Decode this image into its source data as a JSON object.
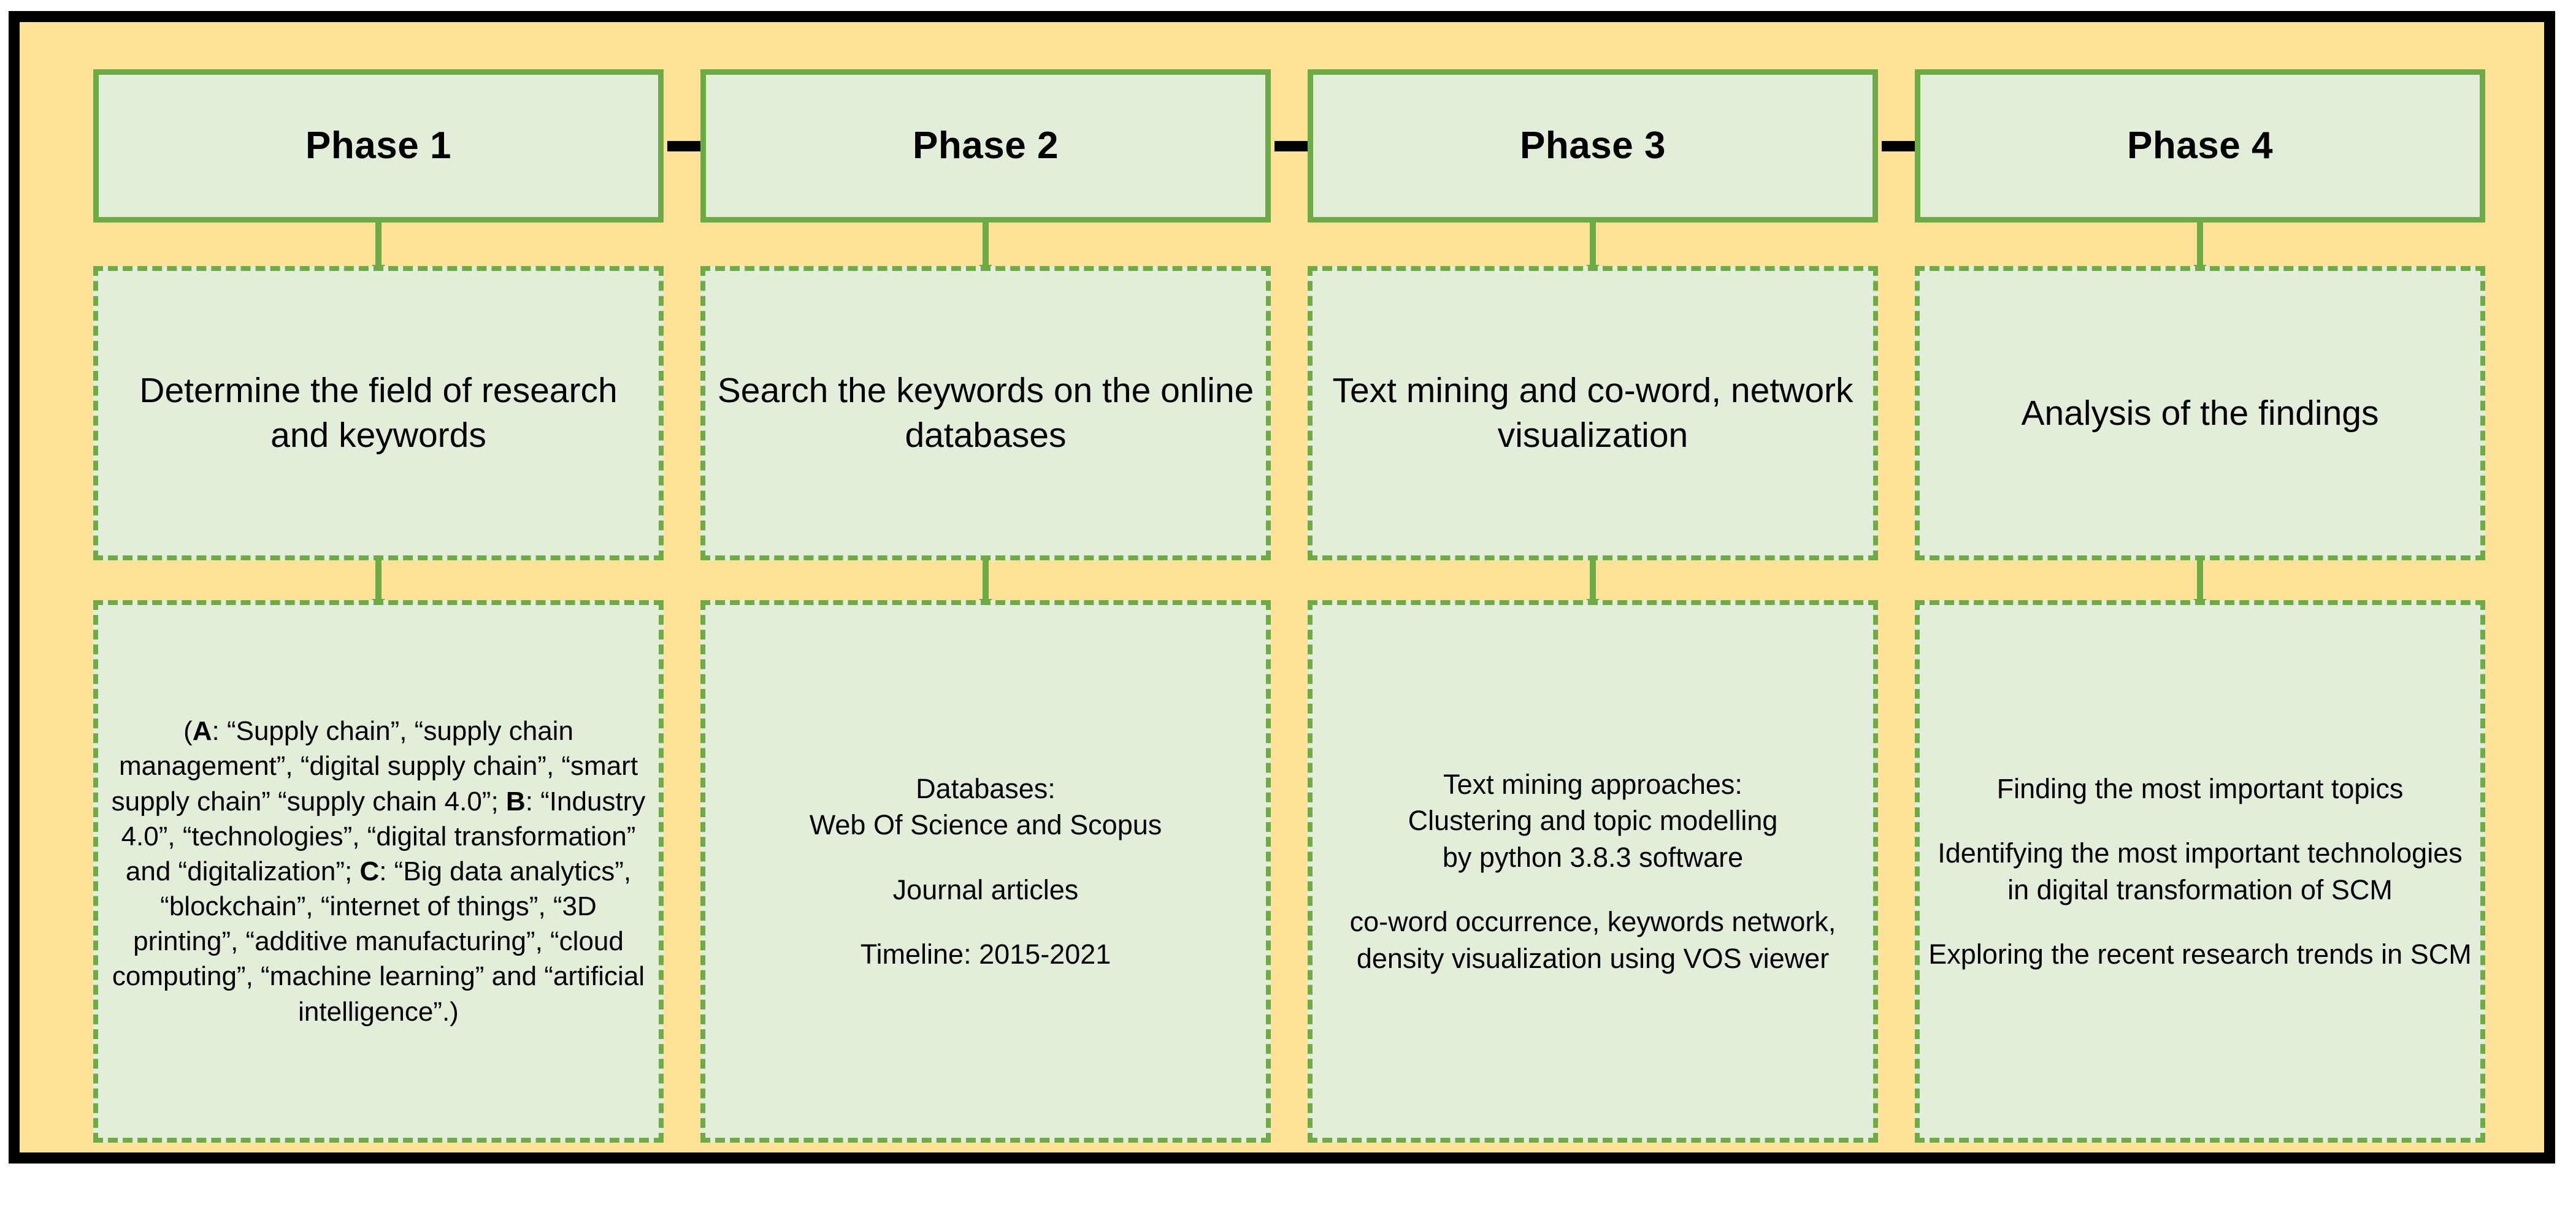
{
  "diagram": {
    "title": "Research methodology four-phase flow diagram",
    "colors": {
      "frame_border": "#000000",
      "background": "#fde297",
      "box_fill": "#e3eeda",
      "box_border": "#6cab46",
      "arrow": "#000000"
    }
  },
  "columns": [
    {
      "phase_label": "Phase 1",
      "activity": "Determine the field of research and keywords",
      "detail_paragraphs": [
        "(A: “Supply chain”, “supply chain management”, “digital supply chain”, “smart supply chain” “supply chain 4.0”; B: “Industry 4.0”, “technologies”, “digital transformation” and “digitalization”; C: “Big data analytics”, “blockchain”, “internet of things”, “3D printing”, “additive manufacturing”, “cloud computing”, “machine learning” and “artificial intelligence”.)"
      ]
    },
    {
      "phase_label": "Phase 2",
      "activity": "Search the keywords on the online databases",
      "detail_paragraphs": [
        "Databases:\nWeb Of Science and Scopus",
        "Journal articles",
        "Timeline: 2015-2021"
      ]
    },
    {
      "phase_label": "Phase 3",
      "activity": "Text mining and co-word, network visualization",
      "detail_paragraphs": [
        "Text mining approaches:\nClustering and topic modelling\nby python 3.8.3 software",
        "co-word occurrence, keywords network, density visualization using VOS viewer"
      ]
    },
    {
      "phase_label": "Phase 4",
      "activity": "Analysis of the findings",
      "detail_paragraphs": [
        "Finding the most important topics",
        "Identifying the most important technologies in digital transformation of SCM",
        "Exploring the recent research trends in SCM"
      ]
    }
  ],
  "flow_arrows": [
    {
      "from": "Phase 1",
      "to": "Phase 2",
      "icon": "right-arrow-icon"
    },
    {
      "from": "Phase 2",
      "to": "Phase 3",
      "icon": "right-arrow-icon"
    },
    {
      "from": "Phase 3",
      "to": "Phase 4",
      "icon": "right-arrow-icon"
    }
  ],
  "vertical_connectors": [
    {
      "from": "phase-header",
      "to": "activity-box",
      "icon": "down-arrow-icon"
    },
    {
      "from": "activity-box",
      "to": "detail-box",
      "icon": "down-arrow-icon"
    }
  ]
}
